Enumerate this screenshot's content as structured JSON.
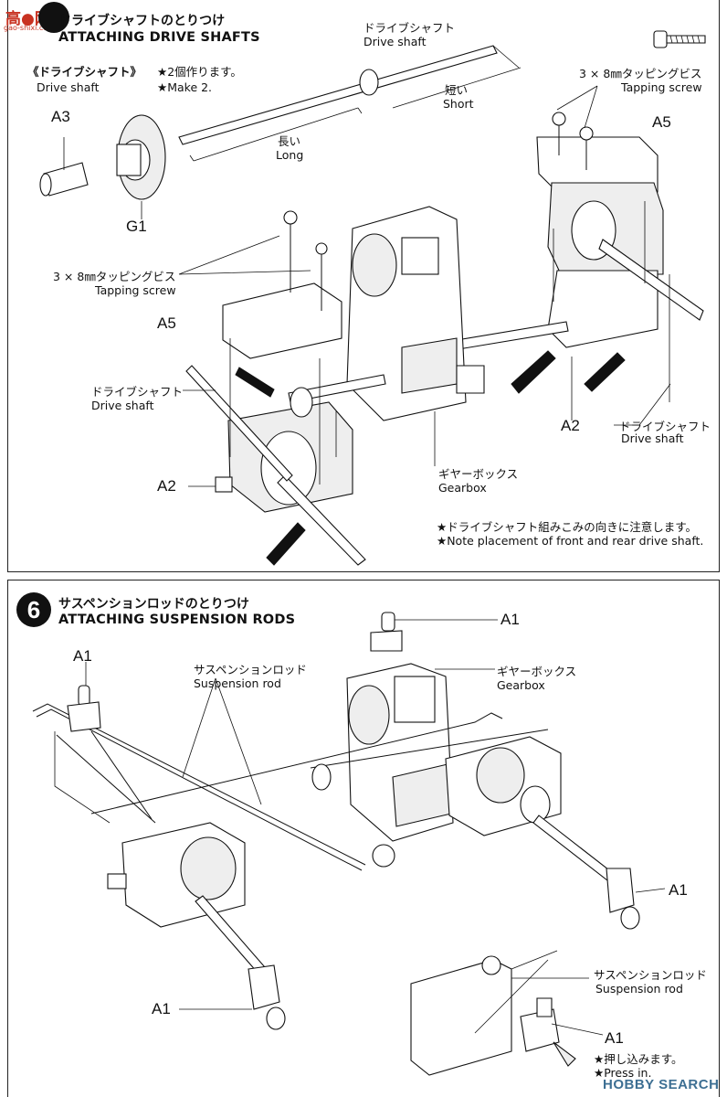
{
  "step5": {
    "title_jp": "ドライブシャフトのとりつけ",
    "title_en": "ATTACHING DRIVE SHAFTS",
    "drive_shaft_header_jp": "《ドライブシャフト》",
    "drive_shaft_header_en": "Drive shaft",
    "make_note_jp": "★2個作ります。",
    "make_note_en": "★Make 2.",
    "drive_shaft_top_jp": "ドライブシャフト",
    "drive_shaft_top_en": "Drive shaft",
    "short_jp": "短い",
    "short_en": "Short",
    "long_jp": "長い",
    "long_en": "Long",
    "part_a3": "A3",
    "part_g1": "G1",
    "screw_right_jp": "3 × 8㎜タッピングビス",
    "screw_right_en": "Tapping screw",
    "part_a5_right": "A5",
    "screw_left_jp": "3 × 8㎜タッピングビス",
    "screw_left_en": "Tapping screw",
    "part_a5_left": "A5",
    "drive_shaft_left_jp": "ドライブシャフト",
    "drive_shaft_left_en": "Drive shaft",
    "part_a2_left": "A2",
    "part_a2_right": "A2",
    "drive_shaft_right_jp": "ドライブシャフト",
    "drive_shaft_right_en": "Drive shaft",
    "gearbox_jp": "ギヤーボックス",
    "gearbox_en": "Gearbox",
    "note_jp": "★ドライブシャフト組みこみの向きに注意します。",
    "note_en": "★Note placement of front and rear drive shaft."
  },
  "step6": {
    "number": "6",
    "title_jp": "サスペンションロッドのとりつけ",
    "title_en": "ATTACHING SUSPENSION RODS",
    "part_a1_top": "A1",
    "gearbox_jp": "ギヤーボックス",
    "gearbox_en": "Gearbox",
    "part_a1_left": "A1",
    "susp_rod_jp": "サスペンションロッド",
    "susp_rod_en": "Suspension rod",
    "part_a1_right": "A1",
    "part_a1_bottom": "A1",
    "inset_rod_jp": "サスペンションロッド",
    "inset_rod_en": "Suspension rod",
    "inset_a1": "A1",
    "press_jp": "★押し込みます。",
    "press_en": "★Press in."
  },
  "watermark": {
    "top_cn": "高●网",
    "top_sub": "gao-shixi.com",
    "bottom": "HOBBY SEARCH"
  }
}
